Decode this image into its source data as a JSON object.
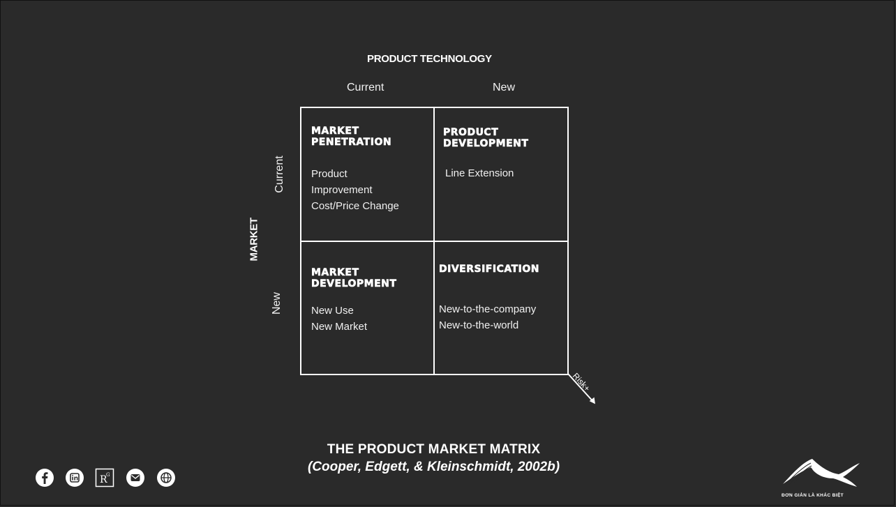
{
  "axis": {
    "top_title": "PRODUCT TECHNOLOGY",
    "left_title": "MARKET",
    "columns": [
      "Current",
      "New"
    ],
    "rows": [
      "Current",
      "New"
    ]
  },
  "cells": {
    "top_left": {
      "title_line1": "MARKET",
      "title_line2": "PENETRATION",
      "items": [
        "Product",
        "Improvement",
        "Cost/Price Change"
      ]
    },
    "top_right": {
      "title_line1": "PRODUCT",
      "title_line2": "DEVELOPMENT",
      "items": [
        "Line Extension"
      ]
    },
    "bottom_left": {
      "title_line1": "MARKET",
      "title_line2": "DEVELOPMENT",
      "items": [
        "New Use",
        "New Market"
      ]
    },
    "bottom_right": {
      "title_line1": "DIVERSIFICATION",
      "title_line2": "",
      "items": [
        "New-to-the-company",
        "New-to-the-world"
      ]
    }
  },
  "risk_label": "Risk+",
  "caption": {
    "title": "THE PRODUCT MARKET MATRIX",
    "subtitle": "(Cooper, Edgett, & Kleinschmidt, 2002b)"
  },
  "social_icons": [
    "facebook-icon",
    "linkedin-icon",
    "researchgate-icon",
    "email-icon",
    "globe-icon"
  ],
  "logo": {
    "tagline": "ĐƠN GIẢN LÀ KHÁC BIỆT"
  },
  "colors": {
    "background": "#2a2a2a",
    "foreground": "#ffffff"
  }
}
